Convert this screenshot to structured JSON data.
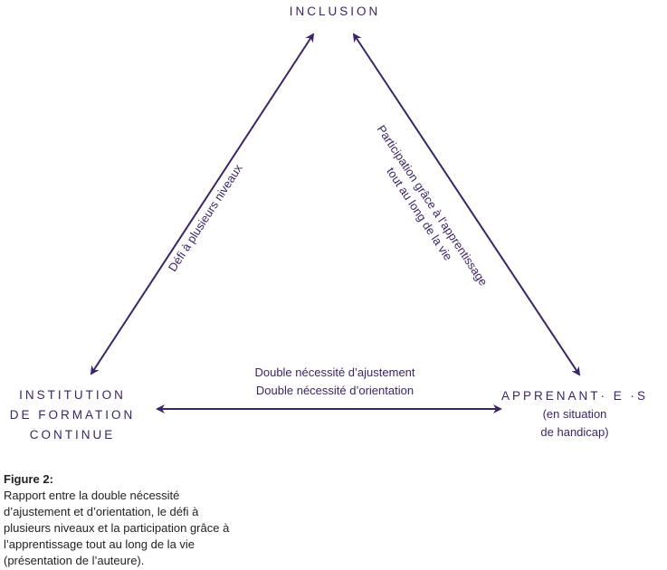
{
  "nodes": {
    "top": {
      "label": "INCLUSION"
    },
    "bottom_left": {
      "lines": [
        "INSTITUTION",
        "DE FORMATION",
        "CONTINUE"
      ]
    },
    "bottom_right": {
      "label": "APPRENANT· E ·S",
      "sub_lines": [
        "(en situation",
        "de handicap)"
      ]
    }
  },
  "edges": {
    "left": {
      "label": "Défi à plusieurs niveaux",
      "from": "bottom_left",
      "to": "top",
      "bidirectional": true
    },
    "right": {
      "lines": [
        "Participation grâce à l’apprentissage",
        "tout au long de la vie"
      ],
      "from": "top",
      "to": "bottom_right",
      "bidirectional": true
    },
    "bottom": {
      "lines": [
        "Double nécessité d’ajustement",
        "Double nécessité d’orientation"
      ],
      "from": "bottom_left",
      "to": "bottom_right",
      "bidirectional": true
    }
  },
  "caption": {
    "title": "Figure 2:",
    "text": "Rapport entre la double nécessité d’ajustement et d’orientation, le défi à plusieurs niveaux et la participation grâce à l’apprentissage tout au long de la vie (présentation de l’auteure)."
  },
  "colors": {
    "accent": "#3a2566"
  }
}
